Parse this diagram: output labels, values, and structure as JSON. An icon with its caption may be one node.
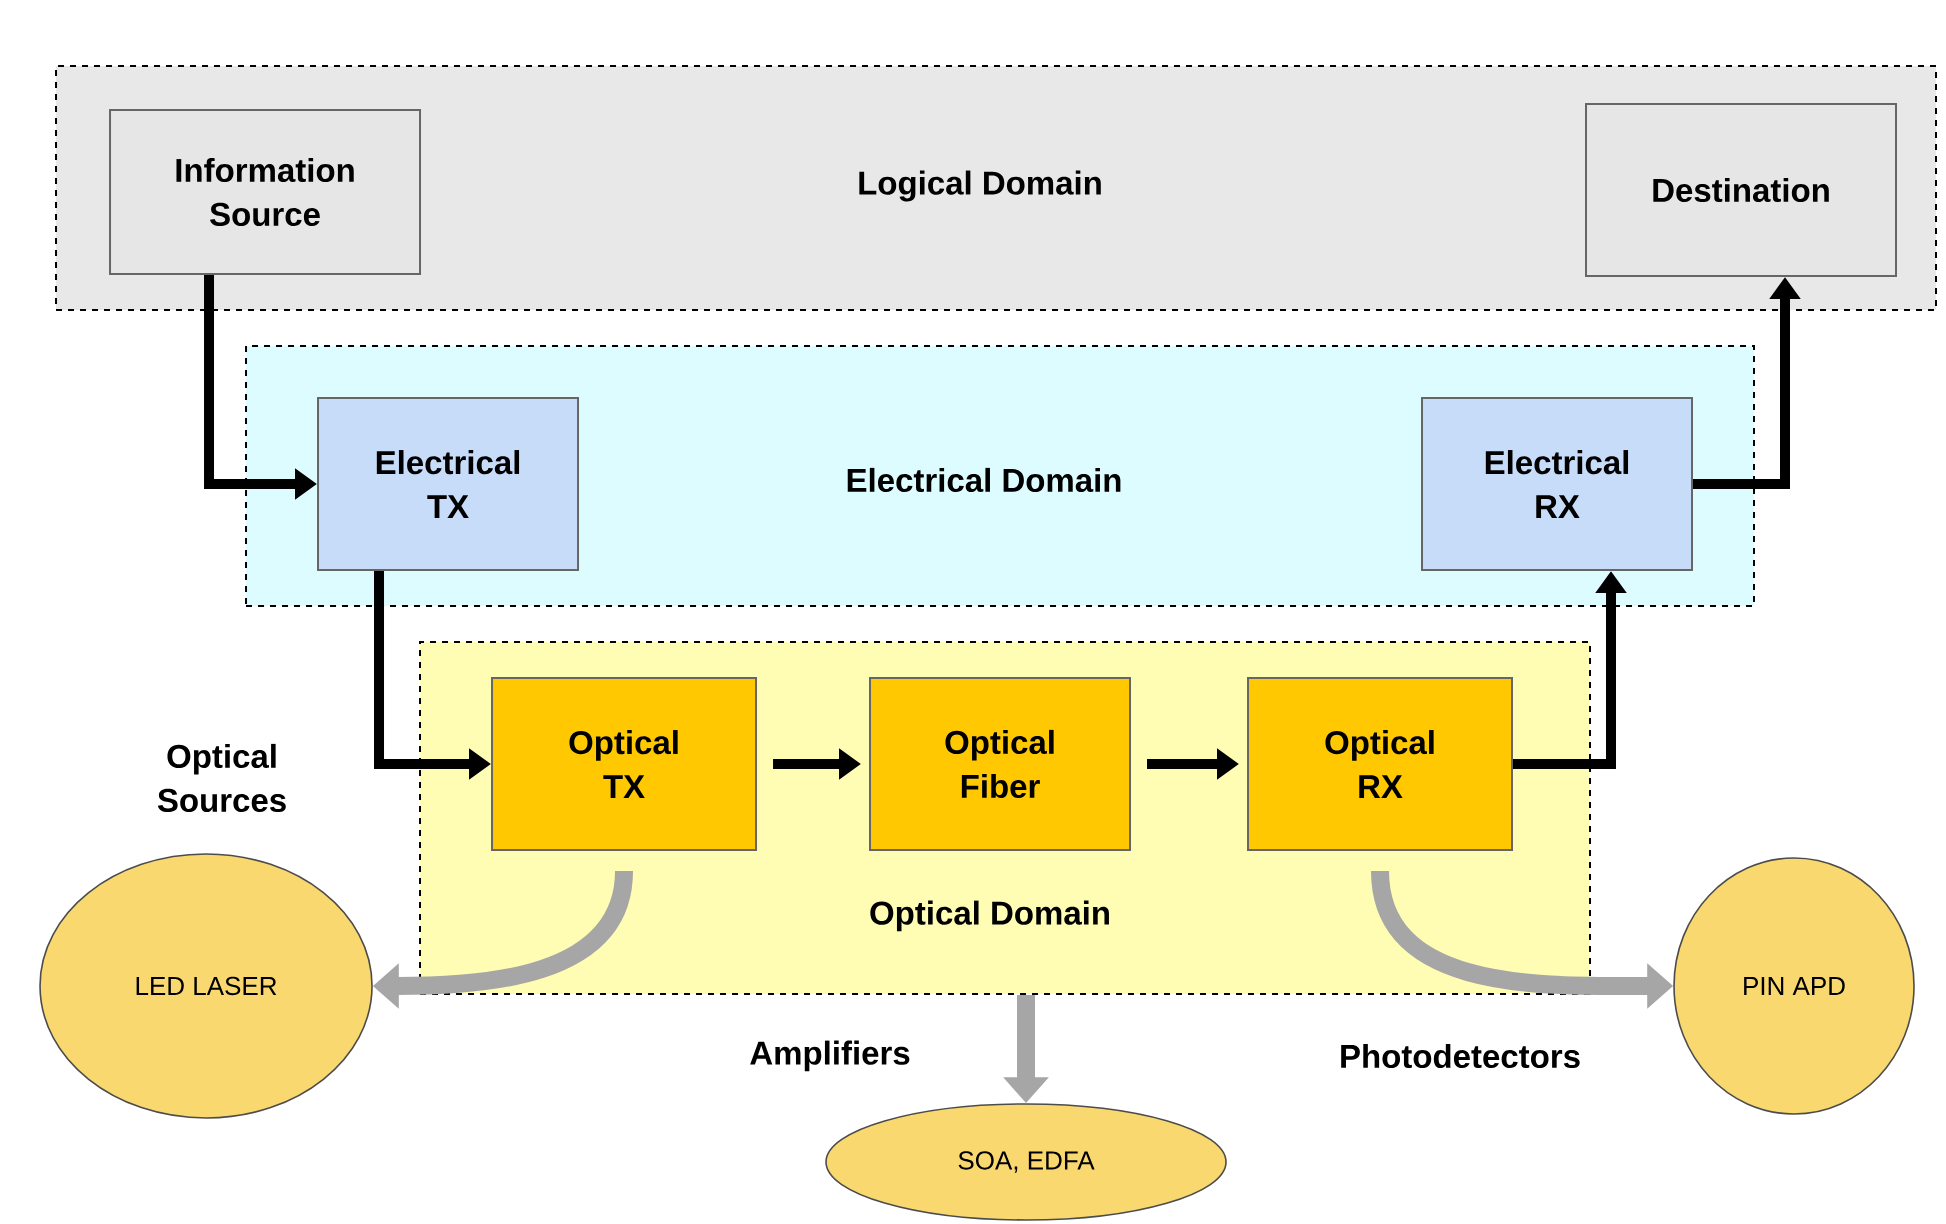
{
  "diagram": {
    "nodes": [
      {
        "text": [
          "Logical Domain"
        ]
      },
      {
        "text": [
          "Information Source"
        ],
        "in": 0
      },
      {
        "text": [
          "Destination"
        ],
        "in": 0
      },
      {
        "text": [
          "Electrical Domain"
        ]
      },
      {
        "text": [
          "Electrical TX"
        ],
        "in": 3
      },
      {
        "text": [
          "Electrical RX"
        ],
        "in": 3
      },
      {
        "text": [
          "Optical Domain"
        ]
      },
      {
        "text": [
          "Optical TX"
        ],
        "in": 6
      },
      {
        "text": [
          "Optical Fiber"
        ],
        "in": 6
      },
      {
        "text": [
          "Optical RX"
        ],
        "in": 6
      },
      {
        "text": [
          "LED LASER"
        ],
        "beside": [
          "Optical Sources"
        ]
      },
      {
        "text": [
          "SOA, EDFA"
        ],
        "beside": [
          "Amplifiers"
        ]
      },
      {
        "text": [
          "PIN APD"
        ],
        "beside": [
          "Photodetectors"
        ]
      }
    ],
    "edges": [
      {
        "from": 1,
        "to": 4,
        "arrow": "to"
      },
      {
        "from": 4,
        "to": 7,
        "arrow": "to"
      },
      {
        "from": 7,
        "to": 8,
        "arrow": "to"
      },
      {
        "from": 8,
        "to": 9,
        "arrow": "to"
      },
      {
        "from": 9,
        "to": 5,
        "arrow": "to"
      },
      {
        "from": 5,
        "to": 2,
        "arrow": "to"
      },
      {
        "from": 7,
        "to": 10,
        "arrow": "to",
        "style": "thick",
        "color": "#a6a6a6"
      },
      {
        "from": 6,
        "to": 11,
        "arrow": "to",
        "style": "thick",
        "color": "#a6a6a6"
      },
      {
        "from": 9,
        "to": 12,
        "arrow": "to",
        "style": "thick",
        "color": "#a6a6a6"
      }
    ]
  }
}
